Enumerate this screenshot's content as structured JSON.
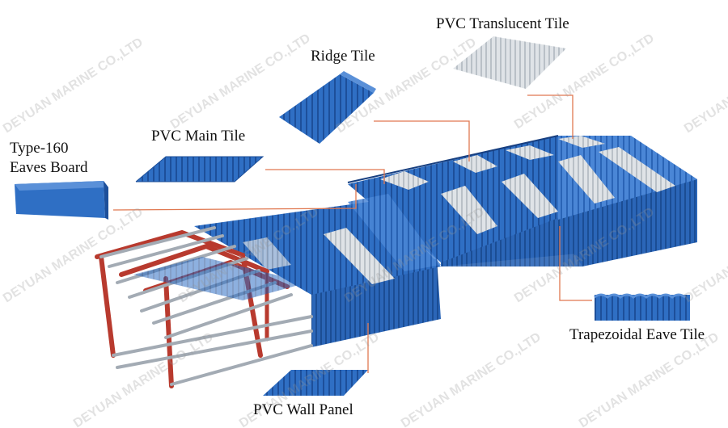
{
  "labels": {
    "eaves_board_line1": "Type-160",
    "eaves_board_line2": "Eaves Board",
    "main_tile": "PVC Main Tile",
    "ridge_tile": "Ridge Tile",
    "translucent_tile": "PVC Translucent Tile",
    "eave_tile": "Trapezoidal Eave Tile",
    "wall_panel": "PVC Wall Panel"
  },
  "watermark": "DEYUAN MARINE CO.,LTD",
  "colors": {
    "roof_blue": "#2f6fc4",
    "roof_dark": "#1d4f9a",
    "roof_light": "#5a90d8",
    "leader_line": "#e07850",
    "steel_frame": "#c0392b",
    "purlin": "#9aa3ad",
    "translucent": "#d8dde2"
  }
}
